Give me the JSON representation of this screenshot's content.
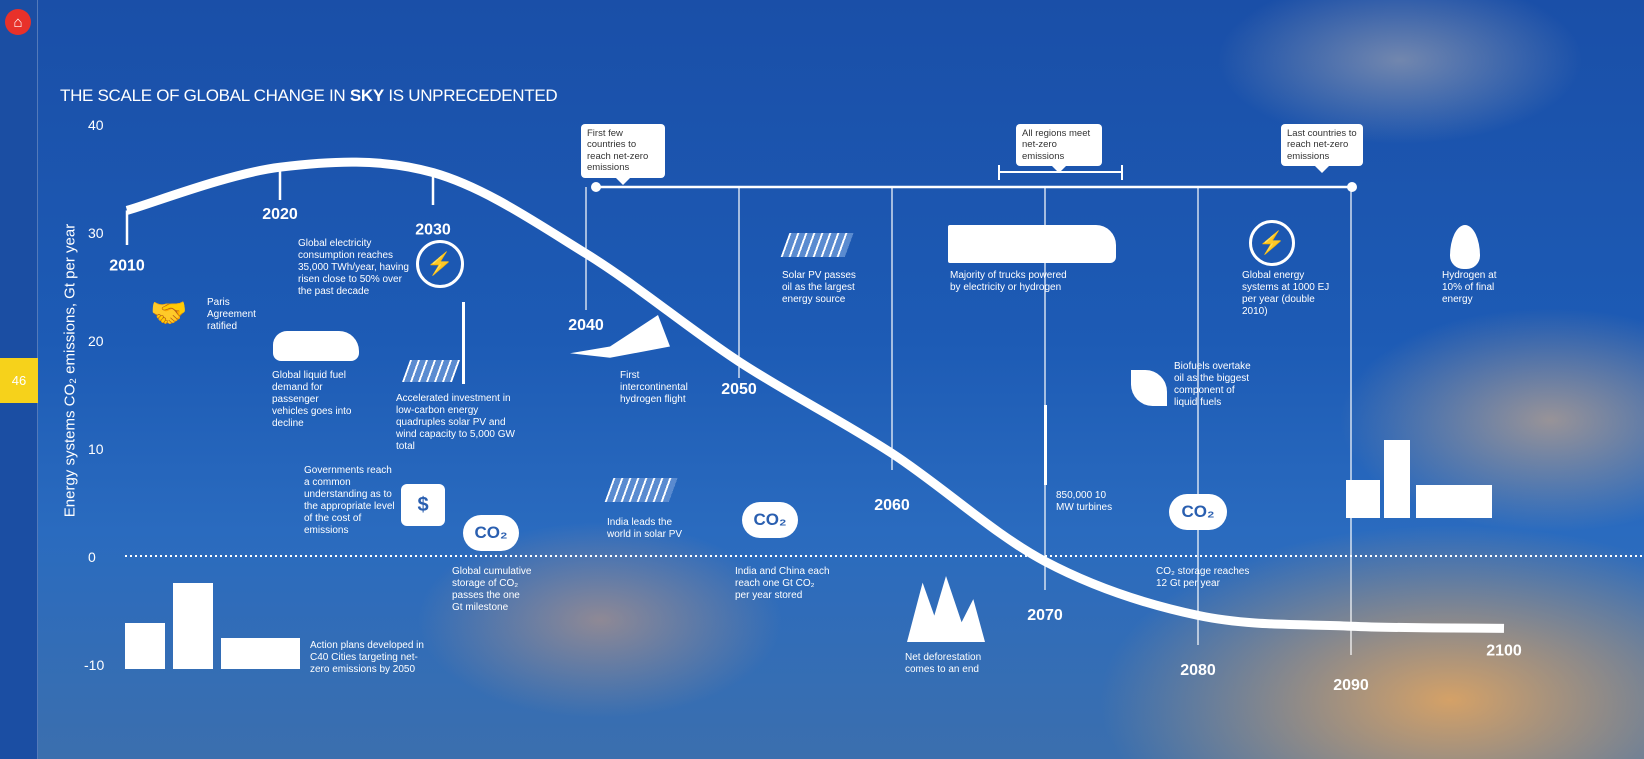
{
  "page_number": "46",
  "title": {
    "pre": "THE SCALE OF GLOBAL CHANGE IN ",
    "bold": "SKY",
    "post": " IS UNPRECEDENTED"
  },
  "chart_data": {
    "type": "line",
    "title": "THE SCALE OF GLOBAL CHANGE IN SKY IS UNPRECEDENTED",
    "ylabel": "Energy systems CO₂ emissions, Gt per year",
    "xlabel": "",
    "ylim": [
      -10,
      40
    ],
    "yticks": [
      "40",
      "30",
      "20",
      "10",
      "0",
      "-10"
    ],
    "x": [
      2010,
      2020,
      2030,
      2040,
      2050,
      2060,
      2070,
      2080,
      2090,
      2100
    ],
    "x_labels": [
      "2010",
      "2020",
      "2030",
      "2040",
      "2050",
      "2060",
      "2070",
      "2080",
      "2090",
      "2100"
    ],
    "series": [
      {
        "name": "Energy systems CO₂ emissions",
        "values": [
          32,
          36,
          35.5,
          28,
          18,
          9.5,
          -0.5,
          -5.5,
          -6.5,
          -6.7
        ]
      }
    ],
    "zero_line": "dotted"
  },
  "callouts": {
    "first": "First few countries to reach net-zero emissions",
    "all": "All regions meet net-zero emissions",
    "last": "Last countries to reach net-zero emissions"
  },
  "annotations": {
    "electricity": "Global electricity consumption reaches 35,000 TWh/year, having risen close to 50% over the past decade",
    "paris": "Paris Agreement ratified",
    "liquid": "Global liquid fuel demand for passenger vehicles goes into decline",
    "investment": "Accelerated investment in low-carbon energy quadruples solar PV and wind capacity to 5,000 GW total",
    "governments": "Governments reach a common understanding as to the appropriate level of the cost of emissions",
    "storage1": "Global cumulative storage of CO₂ passes the one Gt milestone",
    "cities": "Action plans developed in C40 Cities targeting net-zero emissions by 2050",
    "hydrogen_flight": "First intercontinental hydrogen flight",
    "india": "India leads the world in solar PV",
    "india_china": "India and China each reach one Gt CO₂ per year stored",
    "solar": "Solar PV passes oil as the largest energy source",
    "trucks": "Majority of trucks powered by electricity or hydrogen",
    "deforestation": "Net deforestation comes to an end",
    "turbines": "850,000 10 MW turbines",
    "biofuels": "Biofuels overtake oil as the biggest component of liquid fuels",
    "storage12": "CO₂ storage reaches 12 Gt per year",
    "energy1000": "Global energy systems at 1000 EJ per year (double 2010)",
    "hydrogen10": "Hydrogen at 10% of final energy"
  },
  "icons": {
    "co2": "CO₂",
    "dollar": "$"
  }
}
